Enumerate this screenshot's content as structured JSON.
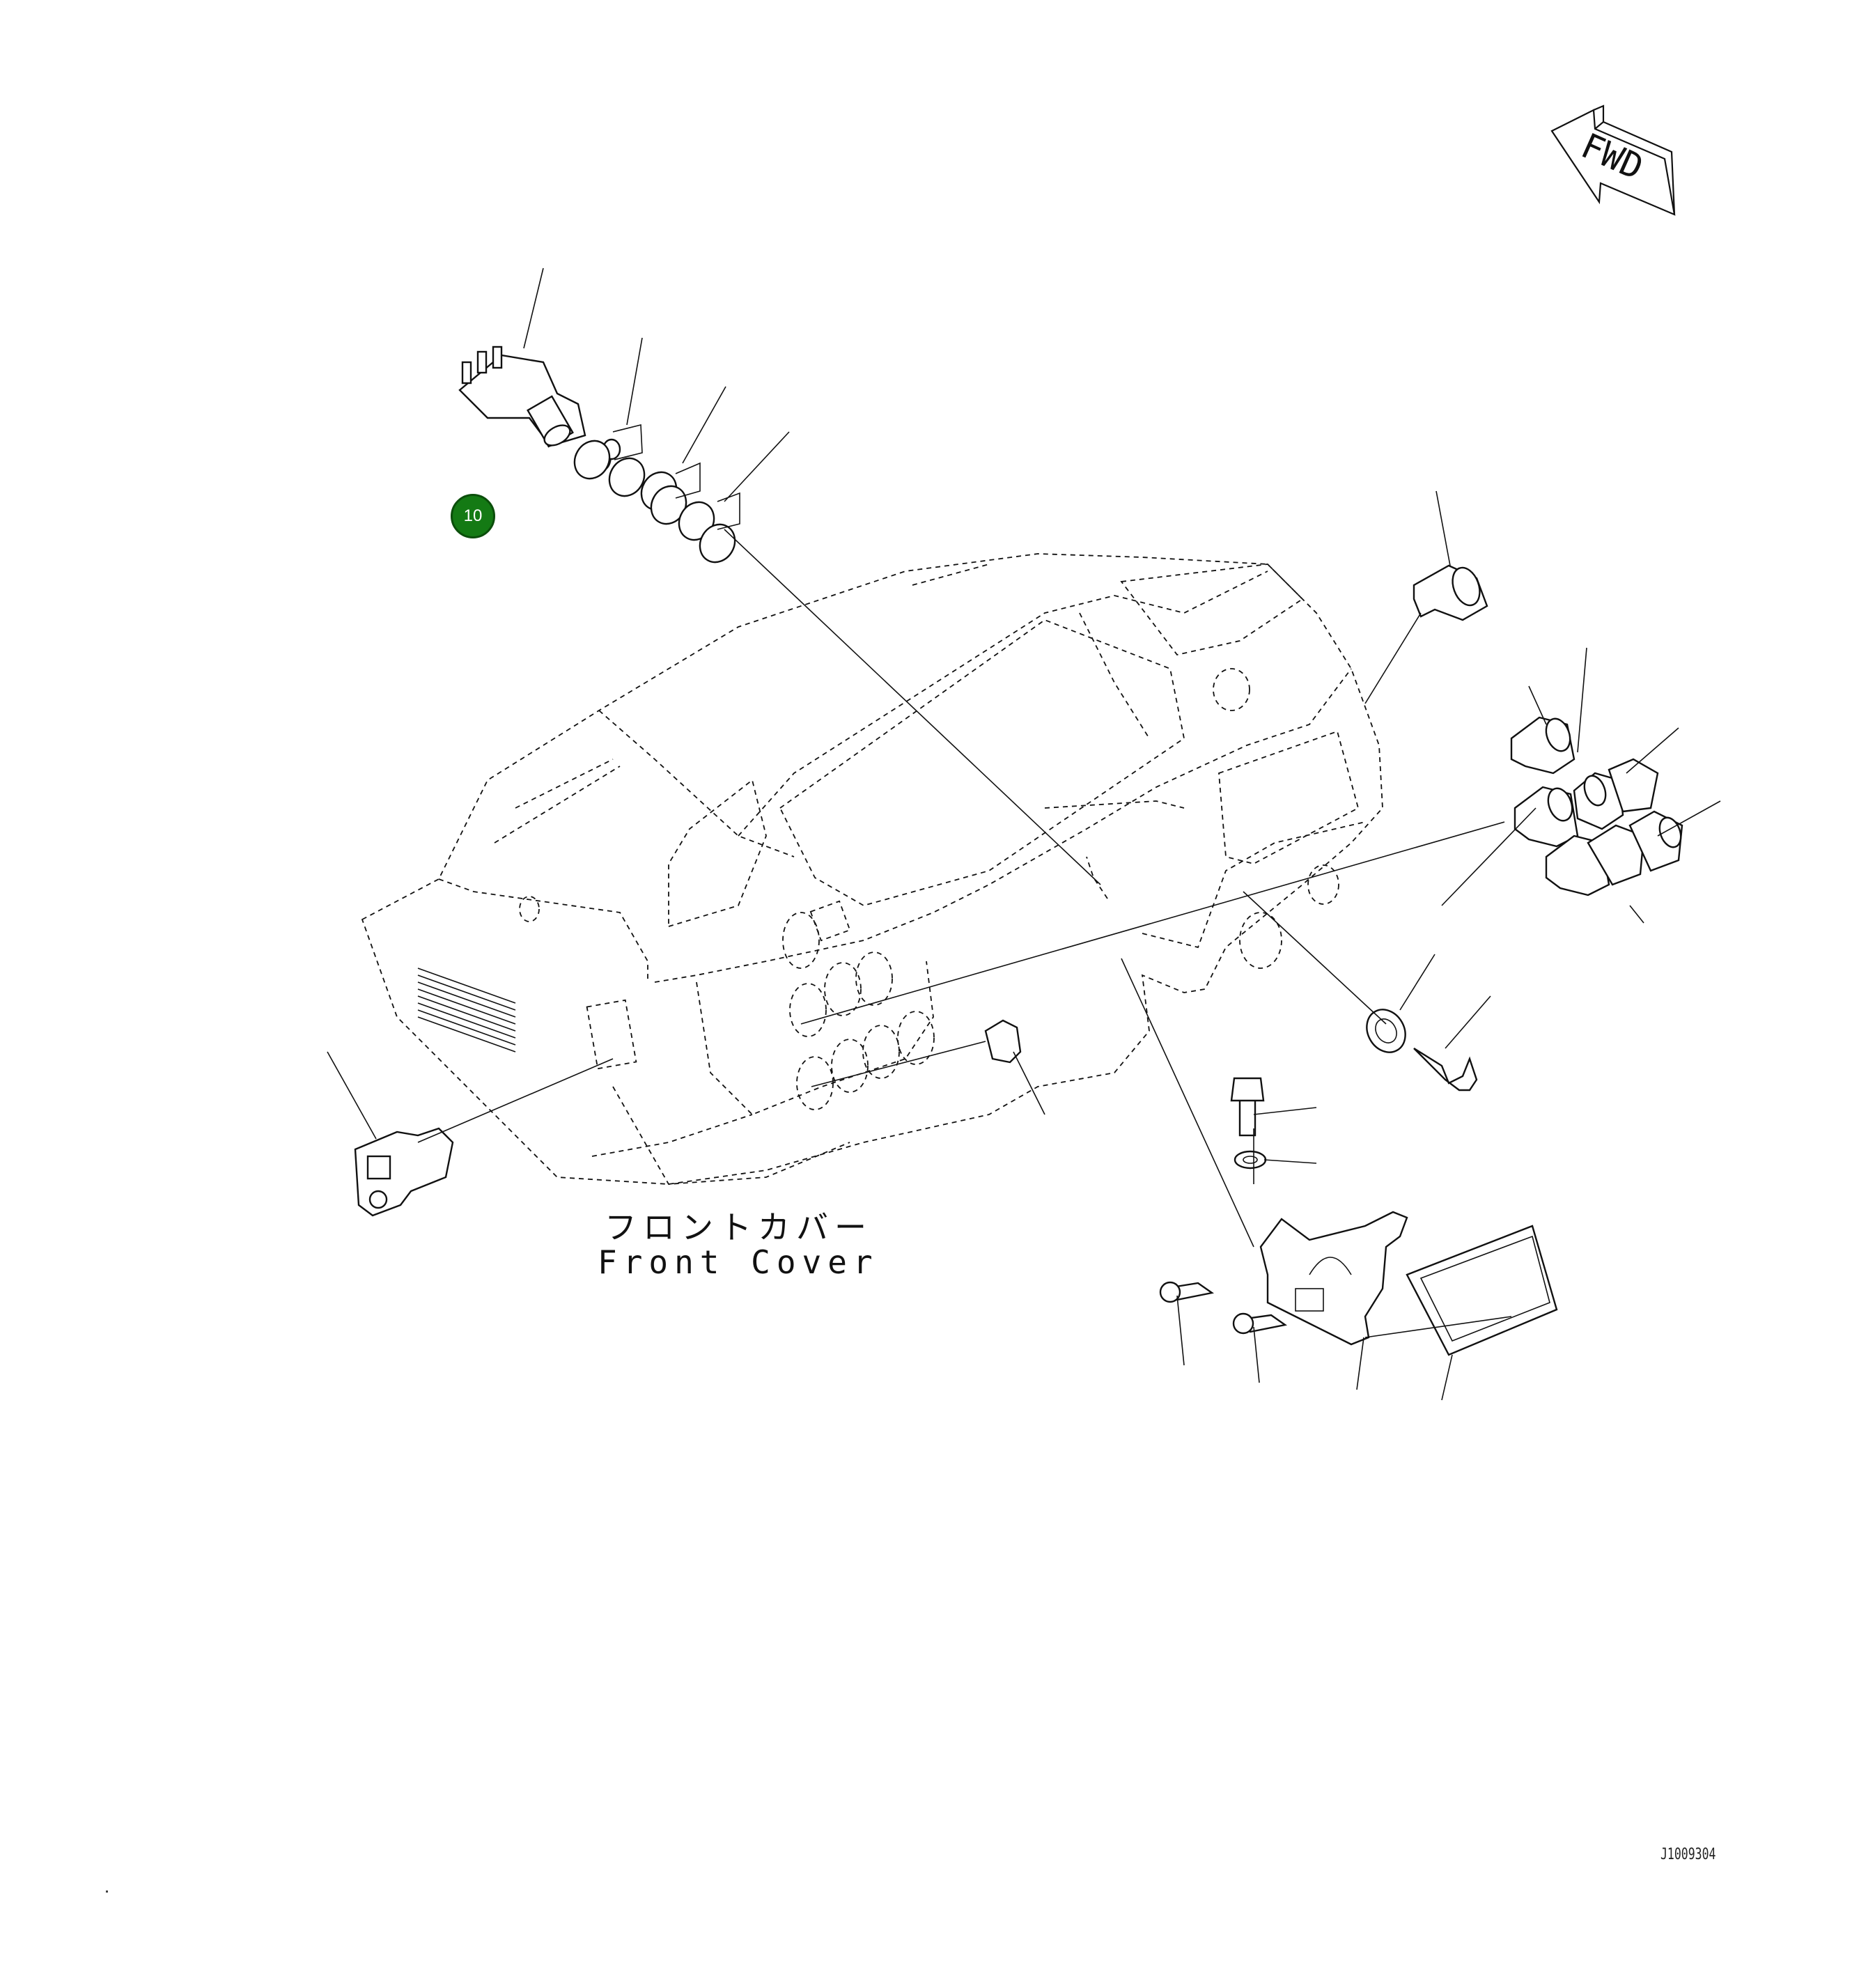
{
  "diagram": {
    "direction_arrow": {
      "label": "FWD"
    },
    "caption": {
      "japanese": "フロントカバー",
      "english": "Front Cover"
    },
    "callout_badge": {
      "label": "10",
      "color": "#147a14"
    },
    "drawing_number": "J1009304"
  }
}
